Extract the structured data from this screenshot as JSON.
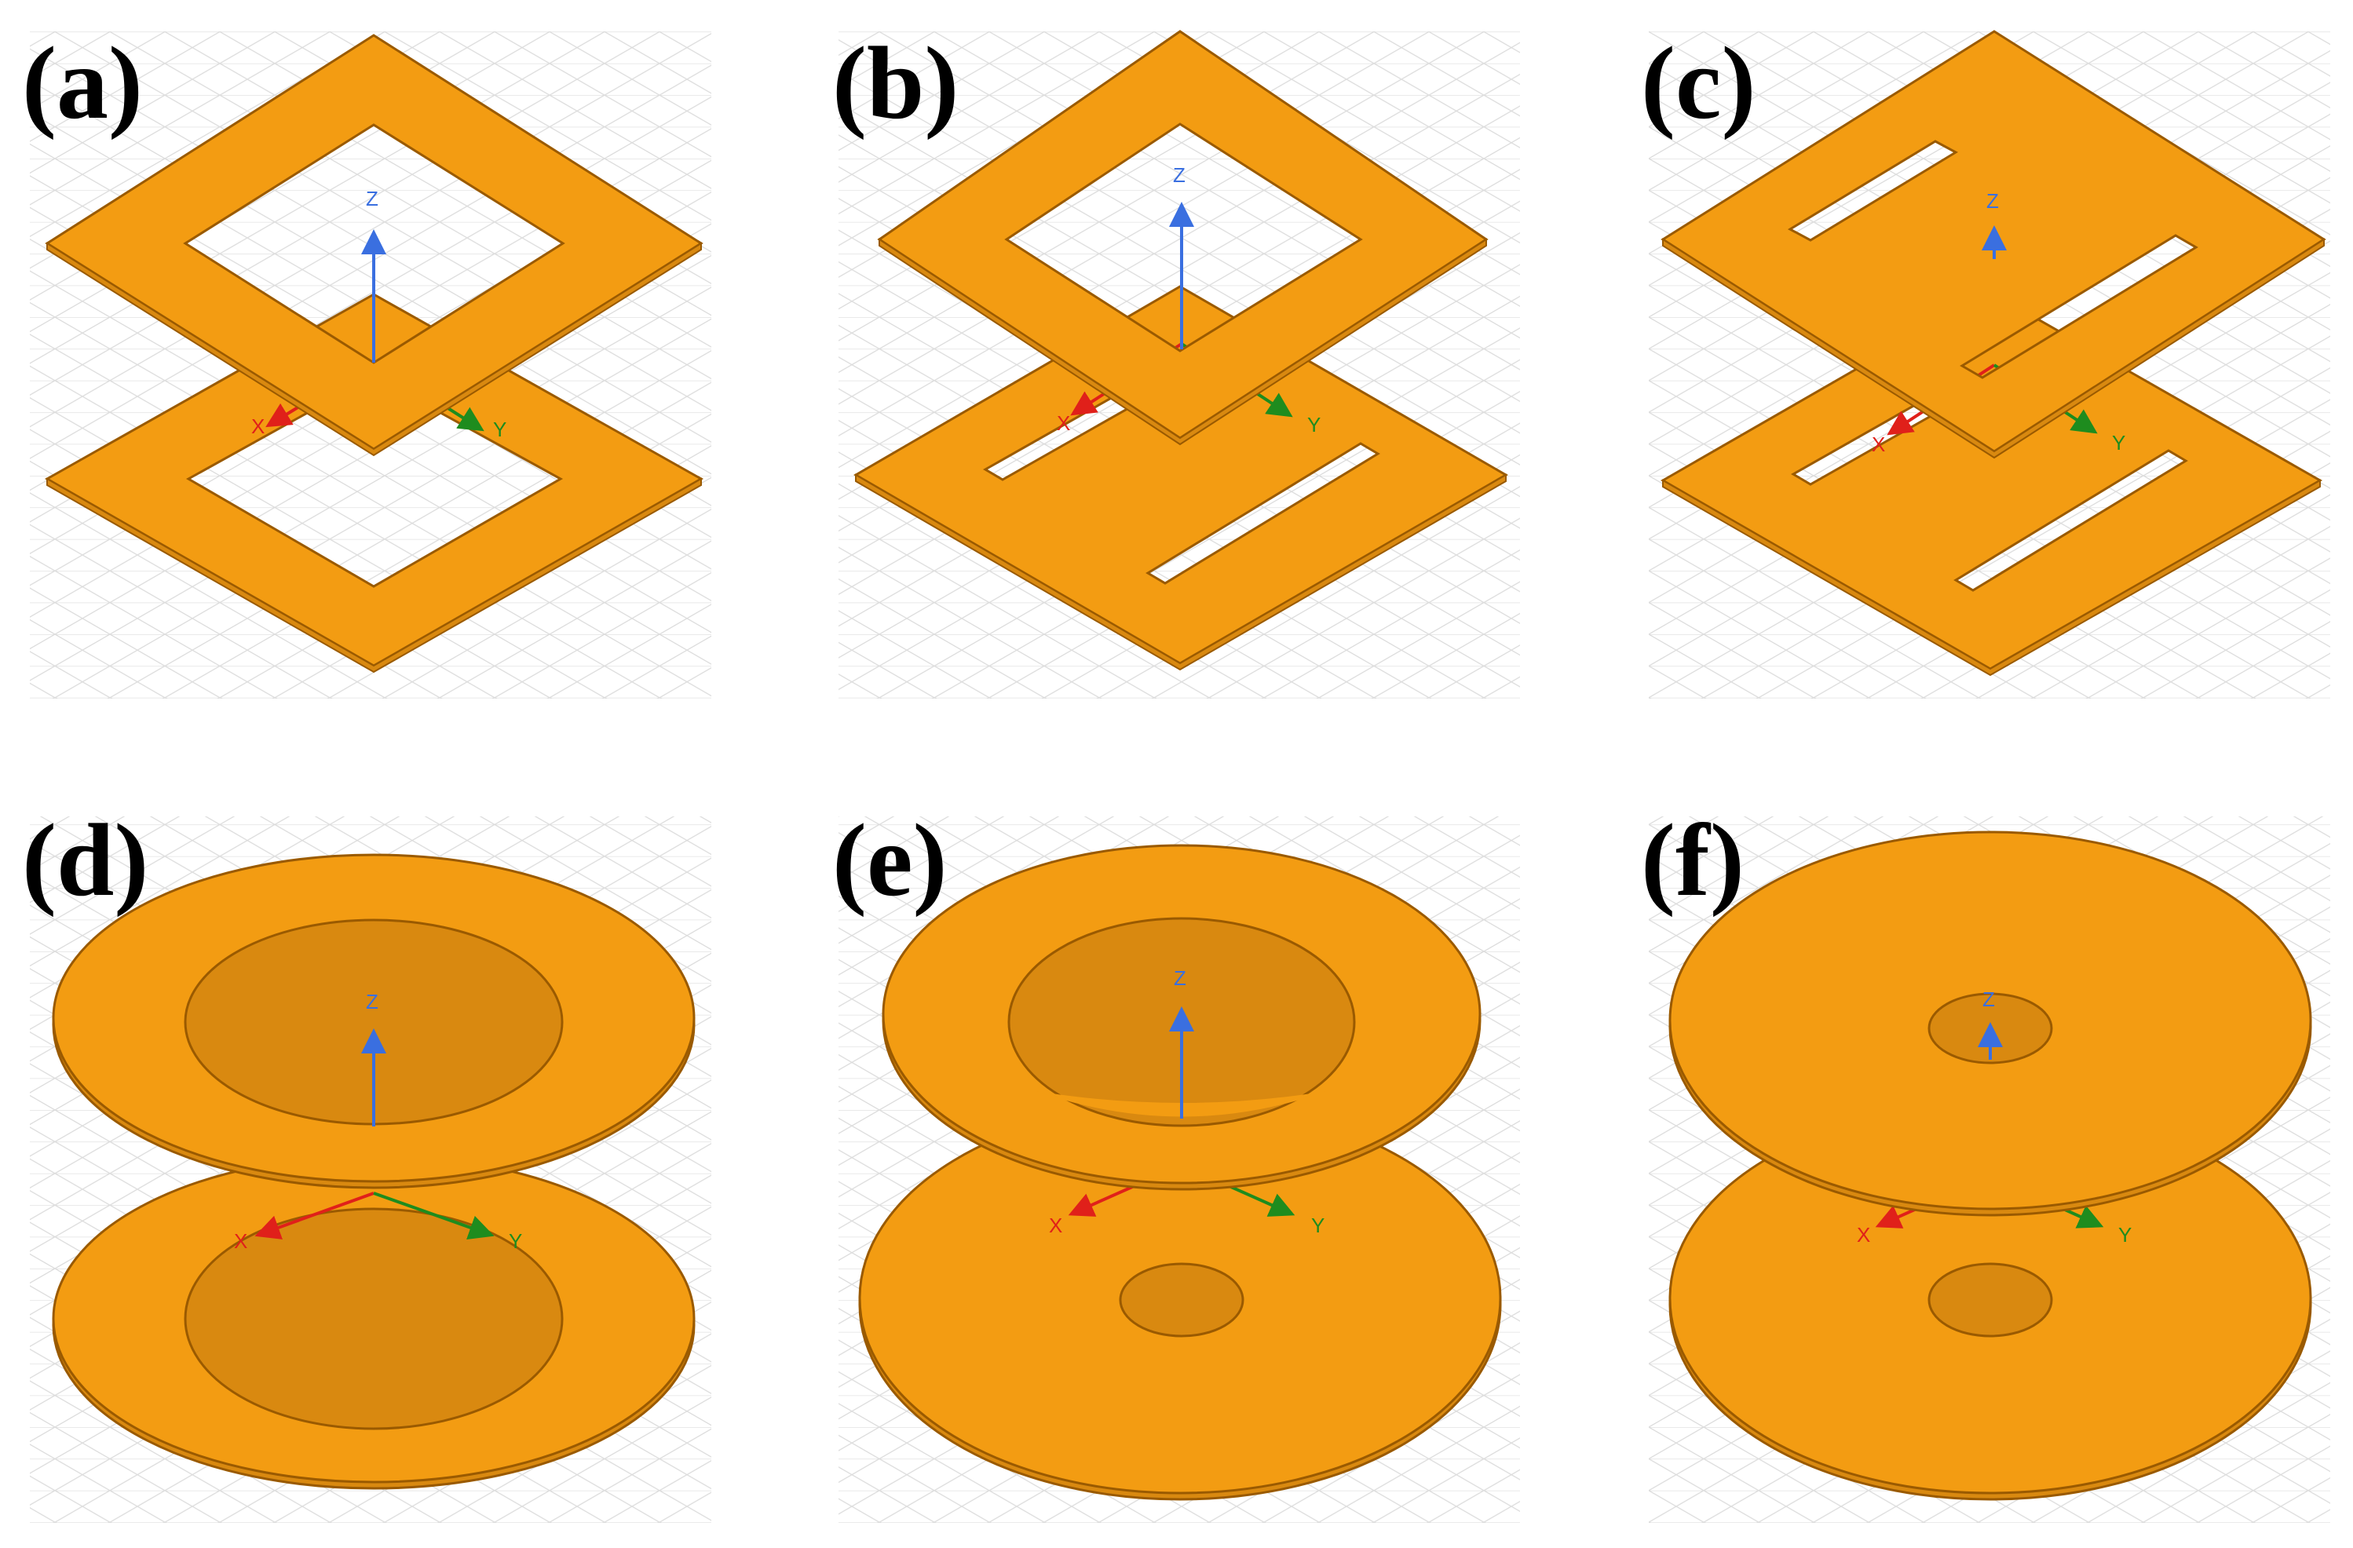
{
  "colors": {
    "copper": "#f39c12",
    "edge": "#9a5a00",
    "grid": "#dcdcdc",
    "x_axis": "#e0201a",
    "y_axis": "#1e8c1e",
    "z_axis": "#3a6fe0"
  },
  "axes": {
    "x": "X",
    "y": "Y",
    "z": "Z"
  },
  "panels": [
    {
      "label": "(a)",
      "shape": "square",
      "top_layer": "square ring",
      "bottom_layer": "square ring"
    },
    {
      "label": "(b)",
      "shape": "square",
      "top_layer": "square ring",
      "bottom_layer": "square plate with two slots"
    },
    {
      "label": "(c)",
      "shape": "square",
      "top_layer": "square plate with two slots",
      "bottom_layer": "square plate with two slots"
    },
    {
      "label": "(d)",
      "shape": "circle",
      "top_layer": "annular ring",
      "bottom_layer": "annular ring"
    },
    {
      "label": "(e)",
      "shape": "circle",
      "top_layer": "annular ring",
      "bottom_layer": "disk with small central hole"
    },
    {
      "label": "(f)",
      "shape": "circle",
      "top_layer": "disk with small central hole",
      "bottom_layer": "disk with small central hole"
    }
  ]
}
